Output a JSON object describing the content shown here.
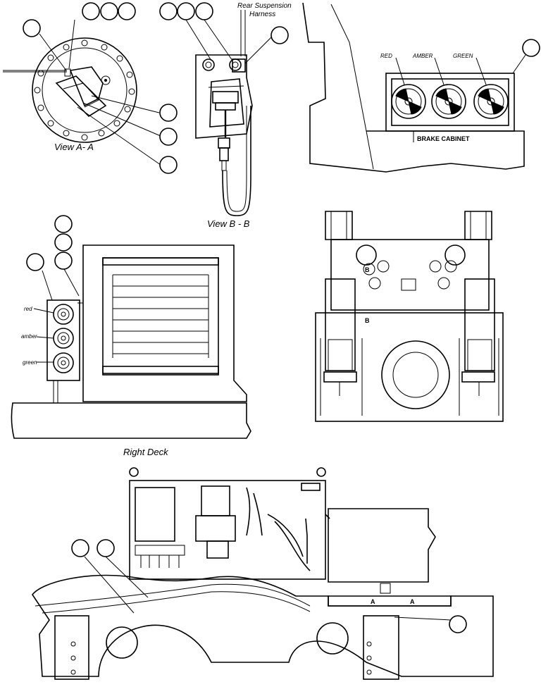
{
  "views": {
    "view_a_title": "View A- A",
    "view_b_title": "View B - B",
    "rear_suspension_line1": "Rear Suspension",
    "rear_suspension_line2": "Harness",
    "right_deck_title": "Right Deck"
  },
  "brake_cabinet": {
    "label": "BRAKE CABINET",
    "gauges": [
      "RED",
      "AMBER",
      "GREEN"
    ]
  },
  "right_deck_panel": {
    "gauges": [
      "red",
      "amber",
      "green"
    ]
  },
  "markers": {
    "b_upper": "B",
    "b_lower": "B",
    "a_left": "A",
    "a_right": "A"
  }
}
